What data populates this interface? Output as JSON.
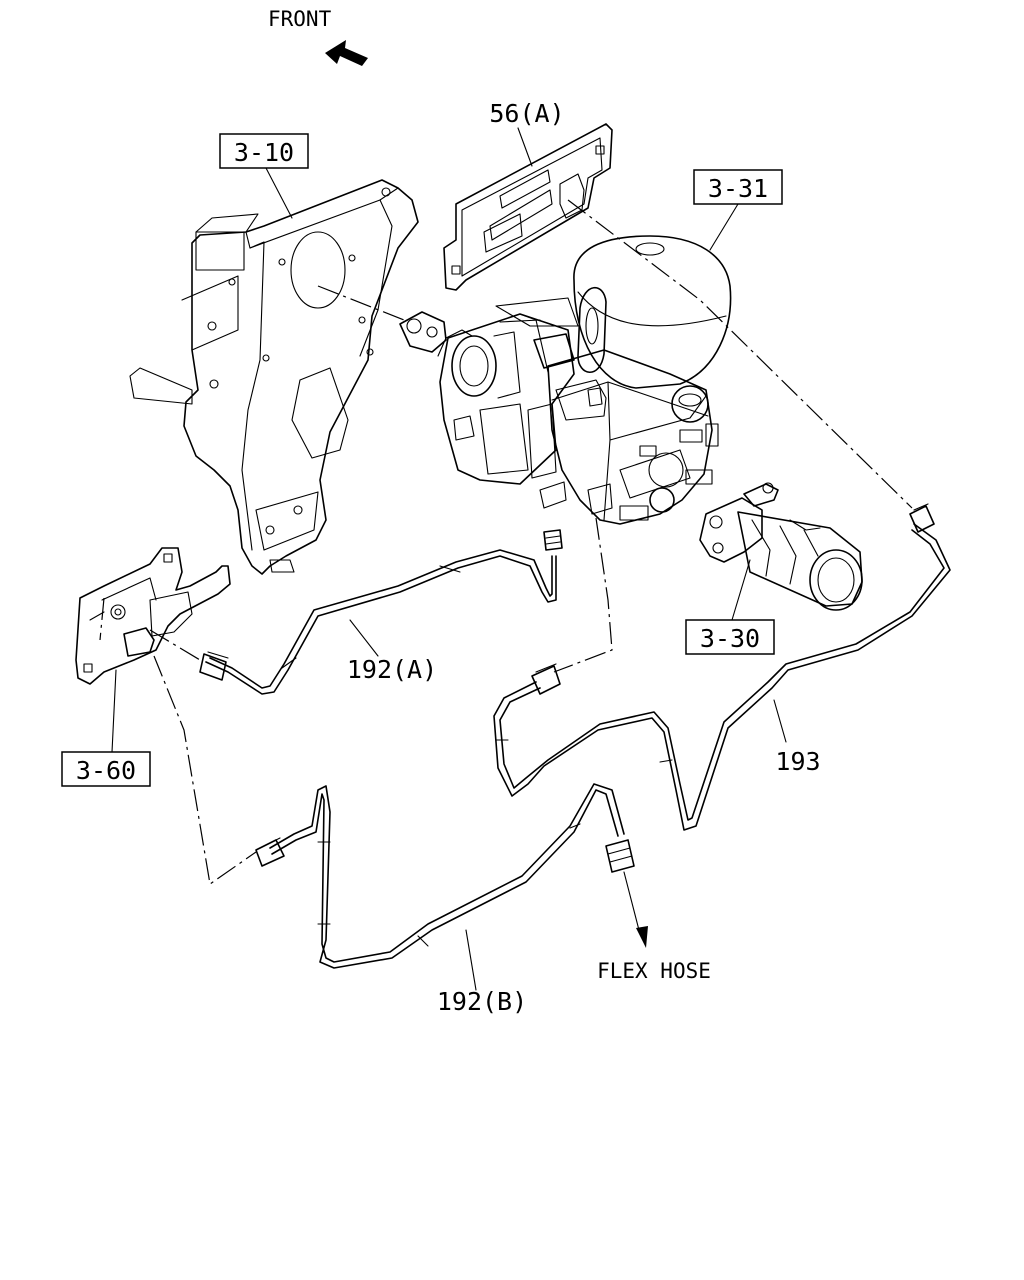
{
  "direction": {
    "label": "FRONT",
    "icon": "arrow-left-icon"
  },
  "callouts": {
    "c3_10": "3-10",
    "c56a": "56(A)",
    "c3_31": "3-31",
    "c3_30": "3-30",
    "c3_60": "3-60",
    "c192a": "192(A)",
    "c193": "193",
    "c192b": "192(B)"
  },
  "notes": {
    "flex_hose": "FLEX HOSE"
  }
}
